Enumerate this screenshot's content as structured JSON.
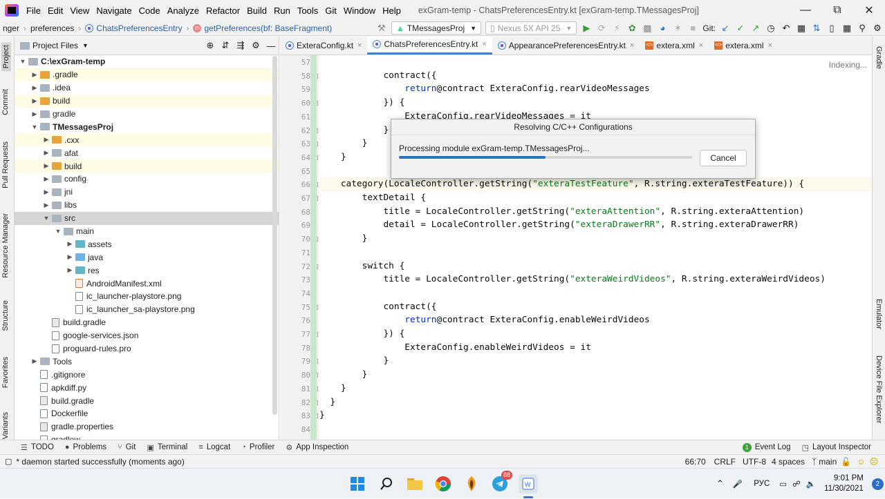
{
  "window": {
    "title": "exGram-temp - ChatsPreferencesEntry.kt [exGram-temp.TMessagesProj]",
    "menu": [
      "File",
      "Edit",
      "View",
      "Navigate",
      "Code",
      "Analyze",
      "Refactor",
      "Build",
      "Run",
      "Tools",
      "Git",
      "Window",
      "Help"
    ]
  },
  "nav": {
    "crumbs": [
      "nger",
      "preferences",
      "ChatsPreferencesEntry",
      "getPreferences(bf: BaseFragment)"
    ],
    "run_config": "TMessagesProj",
    "device": "Nexus 5X API 25",
    "git_label": "Git:"
  },
  "left_tool_tabs": [
    "Project",
    "Commit",
    "Pull Requests",
    "Resource Manager",
    "Structure",
    "Favorites",
    "Variants"
  ],
  "project": {
    "header": "Project Files",
    "tree": [
      {
        "label": "C:\\exGram-temp",
        "depth": 0,
        "arrow": "down",
        "icon": "folder",
        "bold": true
      },
      {
        "label": ".gradle",
        "depth": 1,
        "arrow": "right",
        "icon": "folder-orange",
        "yellow": true
      },
      {
        "label": ".idea",
        "depth": 1,
        "arrow": "right",
        "icon": "folder"
      },
      {
        "label": "build",
        "depth": 1,
        "arrow": "right",
        "icon": "folder-orange",
        "yellow": true
      },
      {
        "label": "gradle",
        "depth": 1,
        "arrow": "right",
        "icon": "folder"
      },
      {
        "label": "TMessagesProj",
        "depth": 1,
        "arrow": "down",
        "icon": "folder",
        "bold": true
      },
      {
        "label": ".cxx",
        "depth": 2,
        "arrow": "right",
        "icon": "folder-orange",
        "yellow": true
      },
      {
        "label": "afat",
        "depth": 2,
        "arrow": "right",
        "icon": "folder"
      },
      {
        "label": "build",
        "depth": 2,
        "arrow": "right",
        "icon": "folder-orange",
        "yellow": true
      },
      {
        "label": "config",
        "depth": 2,
        "arrow": "right",
        "icon": "folder"
      },
      {
        "label": "jni",
        "depth": 2,
        "arrow": "right",
        "icon": "folder"
      },
      {
        "label": "libs",
        "depth": 2,
        "arrow": "right",
        "icon": "folder"
      },
      {
        "label": "src",
        "depth": 2,
        "arrow": "down",
        "icon": "folder",
        "selected": true
      },
      {
        "label": "main",
        "depth": 3,
        "arrow": "down",
        "icon": "folder"
      },
      {
        "label": "assets",
        "depth": 4,
        "arrow": "right",
        "icon": "folder-teal"
      },
      {
        "label": "java",
        "depth": 4,
        "arrow": "right",
        "icon": "folder-blue"
      },
      {
        "label": "res",
        "depth": 4,
        "arrow": "right",
        "icon": "folder-teal"
      },
      {
        "label": "AndroidManifest.xml",
        "depth": 4,
        "arrow": "",
        "icon": "file-xml"
      },
      {
        "label": "ic_launcher-playstore.png",
        "depth": 4,
        "arrow": "",
        "icon": "file"
      },
      {
        "label": "ic_launcher_sa-playstore.png",
        "depth": 4,
        "arrow": "",
        "icon": "file"
      },
      {
        "label": "build.gradle",
        "depth": 2,
        "arrow": "",
        "icon": "file-gradle"
      },
      {
        "label": "google-services.json",
        "depth": 2,
        "arrow": "",
        "icon": "file"
      },
      {
        "label": "proguard-rules.pro",
        "depth": 2,
        "arrow": "",
        "icon": "file"
      },
      {
        "label": "Tools",
        "depth": 1,
        "arrow": "right",
        "icon": "folder"
      },
      {
        "label": ".gitignore",
        "depth": 1,
        "arrow": "",
        "icon": "file"
      },
      {
        "label": "apkdiff.py",
        "depth": 1,
        "arrow": "",
        "icon": "file"
      },
      {
        "label": "build.gradle",
        "depth": 1,
        "arrow": "",
        "icon": "file-gradle"
      },
      {
        "label": "Dockerfile",
        "depth": 1,
        "arrow": "",
        "icon": "file"
      },
      {
        "label": "gradle.properties",
        "depth": 1,
        "arrow": "",
        "icon": "file-gradle"
      },
      {
        "label": "gradlew",
        "depth": 1,
        "arrow": "",
        "icon": "file"
      }
    ]
  },
  "tabs": [
    {
      "label": "ExteraConfig.kt",
      "icon": "kt"
    },
    {
      "label": "ChatsPreferencesEntry.kt",
      "icon": "kt",
      "active": true
    },
    {
      "label": "AppearancePreferencesEntry.kt",
      "icon": "kt"
    },
    {
      "label": "extera.xml",
      "icon": "xml"
    },
    {
      "label": "extera.xml",
      "icon": "xml"
    }
  ],
  "editor": {
    "indexing": "Indexing...",
    "current_line": 66,
    "lines": [
      {
        "n": "57",
        "t": ""
      },
      {
        "n": "58",
        "t": "            contract({"
      },
      {
        "n": "59",
        "t": "                return@contract ExteraConfig.rearVideoMessages"
      },
      {
        "n": "60",
        "t": "            }) {"
      },
      {
        "n": "61",
        "t": "                ExteraConfig.rearVideoMessages = it"
      },
      {
        "n": "62",
        "t": "            }"
      },
      {
        "n": "63",
        "t": "        }"
      },
      {
        "n": "64",
        "t": "    }"
      },
      {
        "n": "65",
        "t": ""
      },
      {
        "n": "66",
        "t": "    category(LocaleController.getString(\"exteraTestFeature\", R.string.exteraTestFeature)) {"
      },
      {
        "n": "67",
        "t": "        textDetail {"
      },
      {
        "n": "68",
        "t": "            title = LocaleController.getString(\"exteraAttention\", R.string.exteraAttention)"
      },
      {
        "n": "69",
        "t": "            detail = LocaleController.getString(\"exteraDrawerRR\", R.string.exteraDrawerRR)"
      },
      {
        "n": "70",
        "t": "        }"
      },
      {
        "n": "71",
        "t": ""
      },
      {
        "n": "72",
        "t": "        switch {"
      },
      {
        "n": "73",
        "t": "            title = LocaleController.getString(\"exteraWeirdVideos\", R.string.exteraWeirdVideos)"
      },
      {
        "n": "74",
        "t": ""
      },
      {
        "n": "75",
        "t": "            contract({"
      },
      {
        "n": "76",
        "t": "                return@contract ExteraConfig.enableWeirdVideos"
      },
      {
        "n": "77",
        "t": "            }) {"
      },
      {
        "n": "78",
        "t": "                ExteraConfig.enableWeirdVideos = it"
      },
      {
        "n": "79",
        "t": "            }"
      },
      {
        "n": "80",
        "t": "        }"
      },
      {
        "n": "81",
        "t": "    }"
      },
      {
        "n": "82",
        "t": "  }"
      },
      {
        "n": "83",
        "t": "}"
      },
      {
        "n": "84",
        "t": ""
      }
    ]
  },
  "right_tool_tabs": [
    "Gradle",
    "Emulator",
    "Device File Explorer"
  ],
  "dialog": {
    "title": "Resolving C/C++ Configurations",
    "message": "Processing module exGram-temp.TMessagesProj...",
    "progress": 0.5,
    "cancel": "Cancel"
  },
  "bottom_tabs": [
    {
      "label": "TODO",
      "icon": "☰"
    },
    {
      "label": "Problems",
      "icon": "●"
    },
    {
      "label": "Git",
      "icon": "⑂"
    },
    {
      "label": "Terminal",
      "icon": "▣"
    },
    {
      "label": "Logcat",
      "icon": "≡"
    },
    {
      "label": "Profiler",
      "icon": "◔"
    },
    {
      "label": "App Inspection",
      "icon": "⚙"
    }
  ],
  "bottom_right_tabs": [
    {
      "label": "Event Log",
      "icon": "1"
    },
    {
      "label": "Layout Inspector",
      "icon": "◳"
    }
  ],
  "status": {
    "message": "* daemon started successfully (moments ago)",
    "position": "66:70",
    "line_sep": "CRLF",
    "encoding": "UTF-8",
    "indent": "4 spaces",
    "branch": "main"
  },
  "taskbar": {
    "language": "РУС",
    "time": "9:01 PM",
    "date": "11/30/2021",
    "telegram_badge": "88",
    "notifications": "2"
  },
  "colors": {
    "accent": "#2675bf",
    "vcs_added": "#c9e7c6",
    "keyword": "#0033b3",
    "string": "#067d17"
  }
}
